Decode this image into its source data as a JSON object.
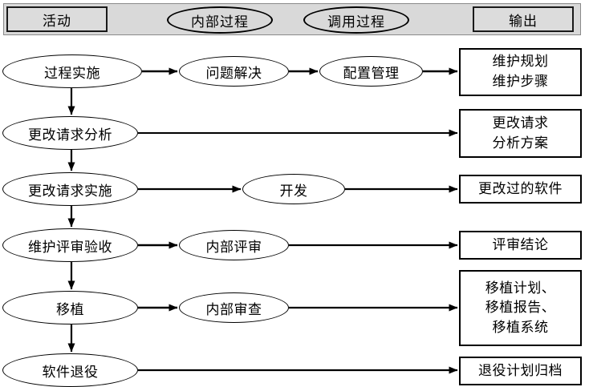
{
  "header": {
    "legend": [
      {
        "id": "activity",
        "label": "活动",
        "shape": "rect"
      },
      {
        "id": "internal-process",
        "label": "内部过程",
        "shape": "ellipse"
      },
      {
        "id": "invoked-process",
        "label": "调用过程",
        "shape": "ellipse"
      },
      {
        "id": "output",
        "label": "输出",
        "shape": "rect"
      }
    ],
    "band_color": "#d9d9d9",
    "box_fill": "#dcdcdc"
  },
  "rows": [
    {
      "activity": "过程实施",
      "internal": "问题解决",
      "invoked": "配置管理",
      "outputs": [
        "维护规划",
        "维护步骤"
      ]
    },
    {
      "activity": "更改请求分析",
      "internal": null,
      "invoked": null,
      "outputs": [
        "更改请求",
        "分析方案"
      ]
    },
    {
      "activity": "更改请求实施",
      "internal": null,
      "invoked": "开发",
      "outputs": [
        "更改过的软件"
      ]
    },
    {
      "activity": "维护评审验收",
      "internal": "内部评审",
      "invoked": null,
      "outputs": [
        "评审结论"
      ]
    },
    {
      "activity": "移植",
      "internal": "内部审查",
      "invoked": null,
      "outputs": [
        "移植计划、",
        "移植报告、",
        "移植系统"
      ]
    },
    {
      "activity": "软件退役",
      "internal": null,
      "invoked": null,
      "outputs": [
        "退役计划归档"
      ]
    }
  ],
  "colors": {
    "stroke": "#000000",
    "page_background": "#ffffff",
    "node_fill": "#ffffff"
  }
}
